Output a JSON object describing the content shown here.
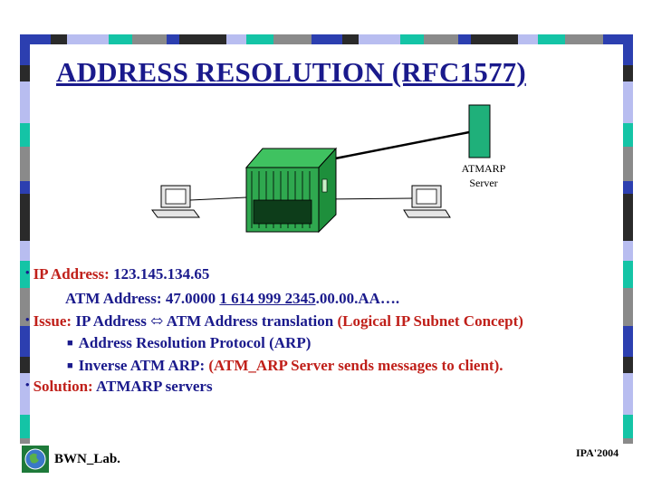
{
  "slide": {
    "title": "ADDRESS RESOLUTION (RFC1577)",
    "server_label_line1": "ATMARP",
    "server_label_line2": "Server"
  },
  "bullets": {
    "ip_label": "IP Address:",
    "ip_value": " 123.145.134.65",
    "atm_label": "ATM Address: 47.0000 ",
    "atm_underlined": "1 614 999 2345",
    "atm_rest": ".00.00.AA….",
    "issue_label": "Issue:",
    "issue_text": " IP Address ⬄ ATM Address translation ",
    "issue_red": "(Logical IP Subnet Concept)",
    "sub1": "Address Resolution Protocol (ARP)",
    "sub2_prefix": "Inverse ATM ARP: ",
    "sub2_red": "(ATM_ARP Server sends messages to client).",
    "solution_label": "Solution:",
    "solution_text": " ATMARP servers"
  },
  "footer": {
    "left": "BWN_Lab.",
    "right": "IPA'2004"
  },
  "colors": {
    "text_blue": "#1a1a8c",
    "text_red": "#c0201a",
    "server_green": "#1fb07a",
    "switch_green": "#2fa84f",
    "border_teal": "#14c4a6",
    "border_blue": "#2c3fb0",
    "border_lavender": "#b8bdf0",
    "border_gray": "#8a8a8a"
  },
  "icons": [
    "atm-switch-icon",
    "server-icon",
    "workstation-icon",
    "bwn-lab-logo-icon"
  ]
}
